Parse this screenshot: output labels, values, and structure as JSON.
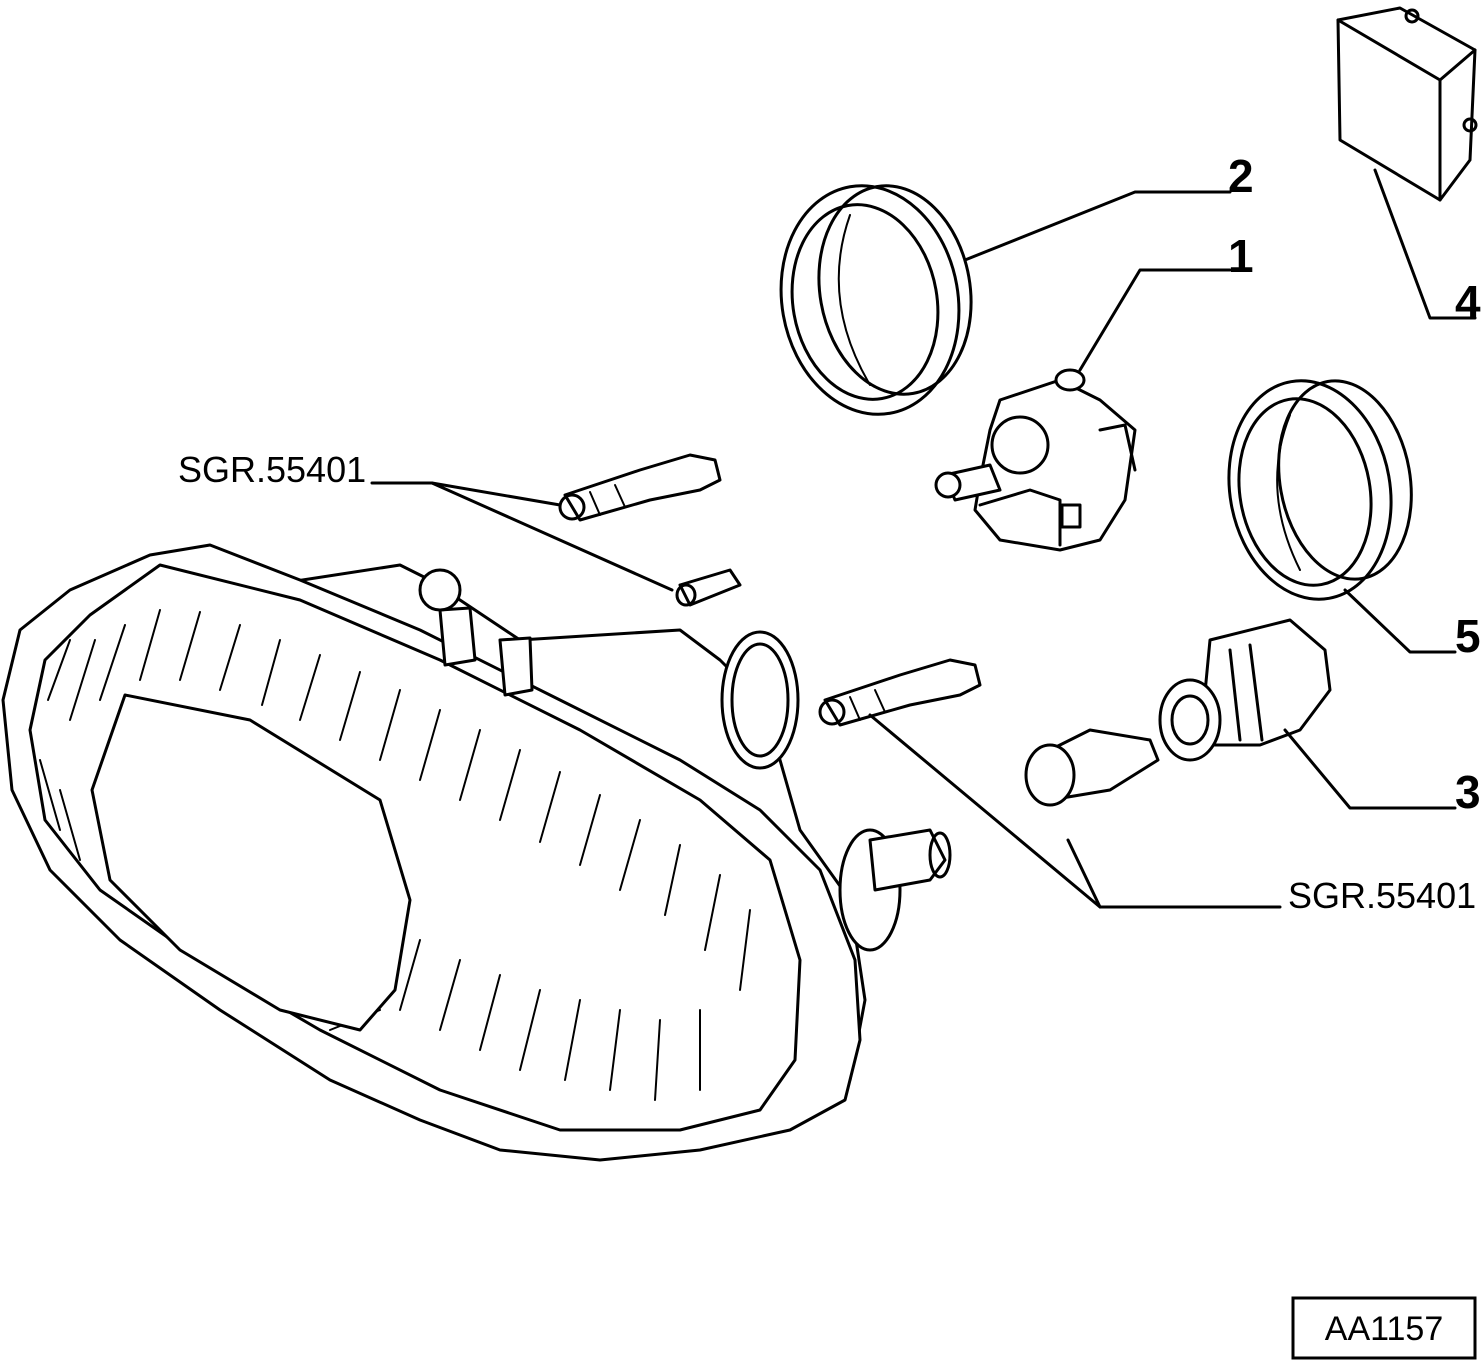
{
  "diagram": {
    "callouts": [
      {
        "id": "1",
        "text": "1"
      },
      {
        "id": "2",
        "text": "2"
      },
      {
        "id": "3",
        "text": "3"
      },
      {
        "id": "4",
        "text": "4"
      },
      {
        "id": "5",
        "text": "5"
      }
    ],
    "references": [
      {
        "text": "SGR.55401"
      },
      {
        "text": "SGR.55401"
      }
    ],
    "drawing_code": "AA1157"
  }
}
